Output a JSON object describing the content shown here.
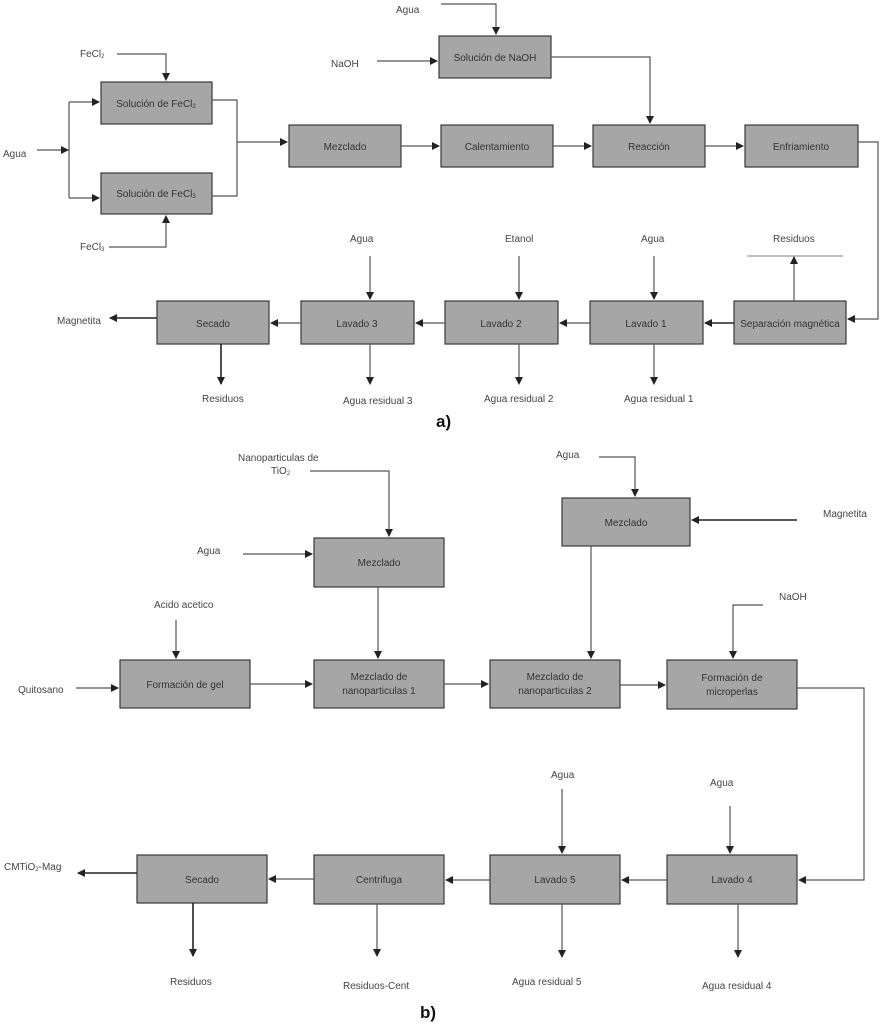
{
  "diagram_a": {
    "panel_label": "a)",
    "boxes": {
      "sol_fecl2": "Solución de FeCl",
      "sol_fecl2_sub": "2",
      "sol_fecl3": "Solución de FeCl",
      "sol_fecl3_sub": "3",
      "sol_naoh": "Solución de NaOH",
      "mezclado": "Mezclado",
      "calentamiento": "Calentamiento",
      "reaccion": "Reacción",
      "enfriamiento": "Enfriamiento",
      "separacion": "Separación magnética",
      "lavado1": "Lavado 1",
      "lavado2": "Lavado 2",
      "lavado3": "Lavado 3",
      "secado": "Secado"
    },
    "labels": {
      "fecl2": "FeCl",
      "fecl2_sub": "2",
      "fecl3": "FeCl",
      "fecl3_sub": "3",
      "agua_in": "Agua",
      "agua_naoh": "Agua",
      "naoh": "NaOH",
      "residuos_sep": "Residuos",
      "agua_l1": "Agua",
      "etanol": "Etanol",
      "agua_l3": "Agua",
      "magnetita_out": "Magnetita",
      "residuos_secado": "Residuos",
      "agua_res3": "Agua residual 3",
      "agua_res2": "Agua residual 2",
      "agua_res1": "Agua residual 1"
    }
  },
  "diagram_b": {
    "panel_label": "b)",
    "boxes": {
      "mezclado_tio2": "Mezclado",
      "mezclado_mag": "Mezclado",
      "formacion_gel": "Formación de gel",
      "mezclado_nano1_l1": "Mezclado de",
      "mezclado_nano1_l2": "nanoparticulas 1",
      "mezclado_nano2_l1": "Mezclado de",
      "mezclado_nano2_l2": "nanoparticulas 2",
      "microperlas_l1": "Formación de",
      "microperlas_l2": "microperlas",
      "lavado4": "Lavado 4",
      "lavado5": "Lavado 5",
      "centrifuga": "Centrifuga",
      "secado": "Secado"
    },
    "labels": {
      "nano_tio2_l1": "Nanoparticulas de",
      "nano_tio2_l2": "TiO",
      "nano_tio2_sub": "2",
      "agua_mezclado": "Agua",
      "acido": "Acido acetico",
      "quitosano": "Quitosano",
      "agua_mag": "Agua",
      "magnetita": "Magnetita",
      "naoh": "NaOH",
      "agua_l5": "Agua",
      "agua_l4": "Agua",
      "product": "CMTiO",
      "product_sub": "2",
      "product_suffix": "-Mag",
      "residuos": "Residuos",
      "residuos_cent": "Residuos-Cent",
      "agua_res5": "Agua residual 5",
      "agua_res4": "Agua residual 4"
    }
  }
}
